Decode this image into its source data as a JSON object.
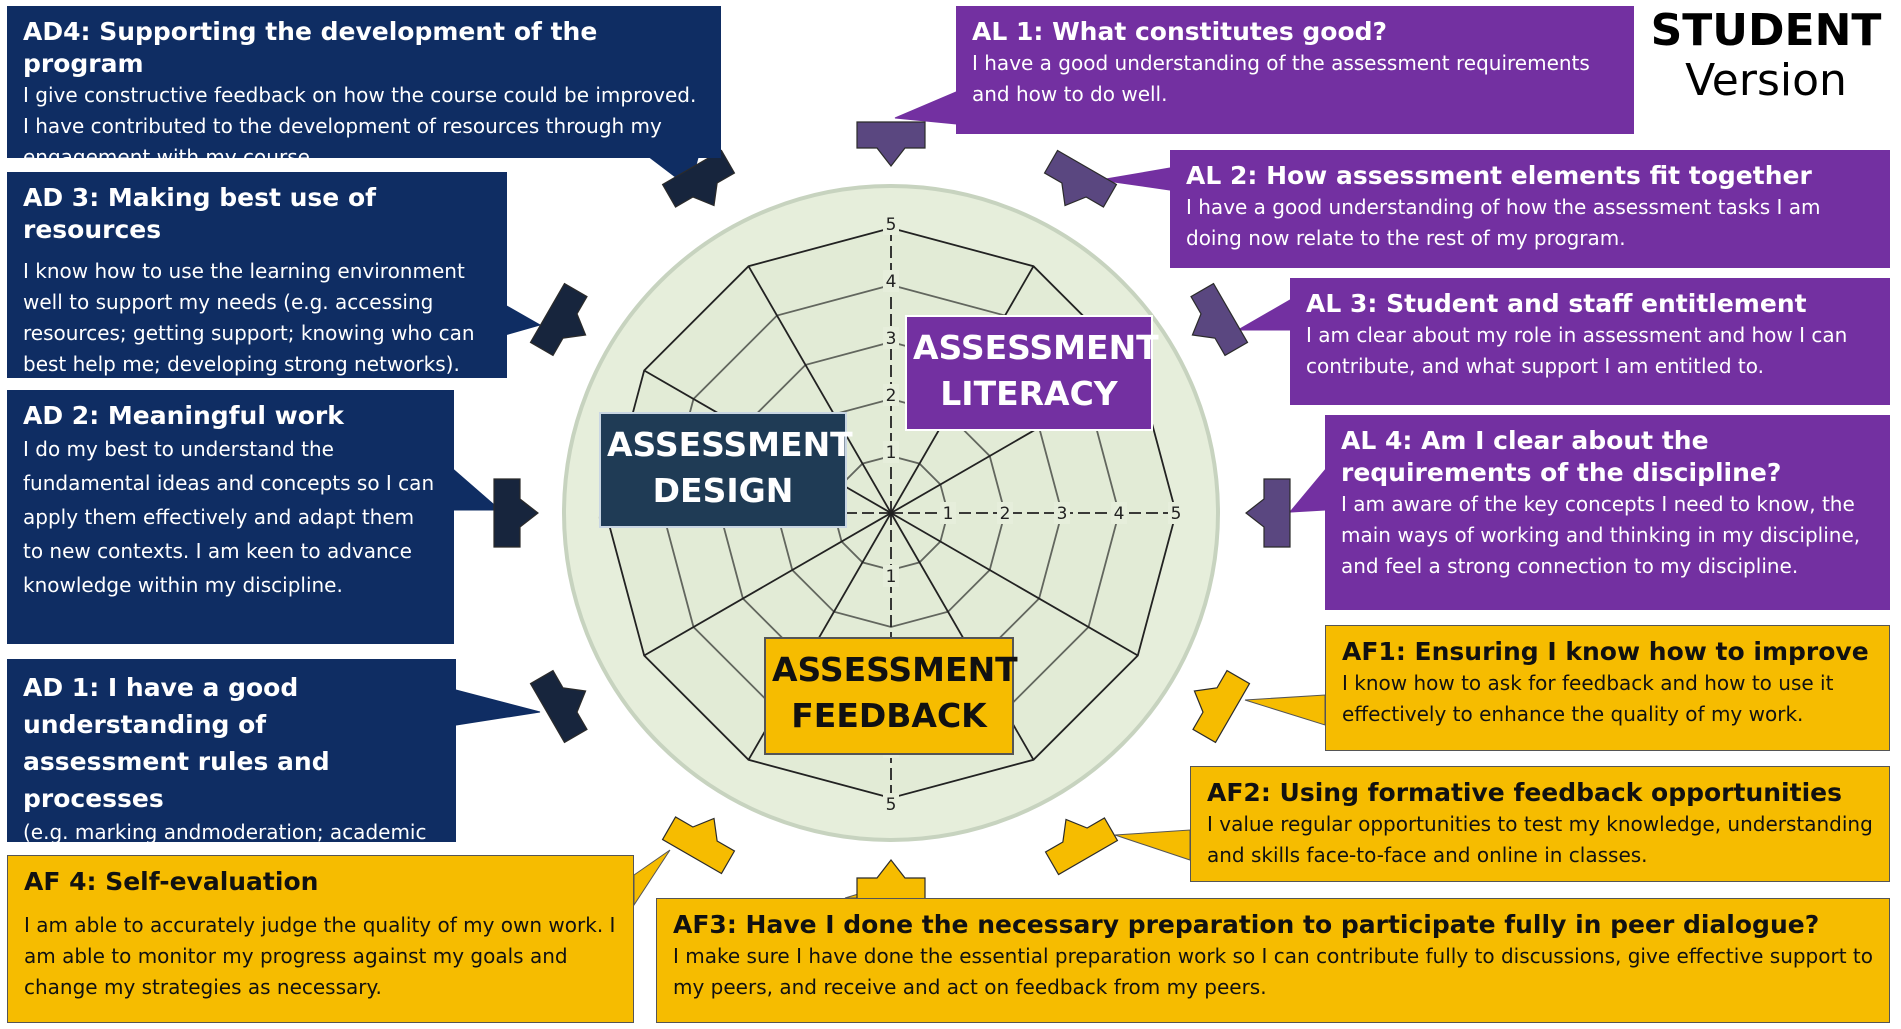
{
  "version": {
    "line1": "STUDENT",
    "line2": "Version"
  },
  "domains": {
    "design": {
      "line1": "ASSESSMENT",
      "line2": "DESIGN",
      "color": "#1f3b55"
    },
    "literacy": {
      "line1": "ASSESSMENT",
      "line2": "LITERACY",
      "color": "#7330a1"
    },
    "feedback": {
      "line1": "ASSESSMENT",
      "line2": "FEEDBACK",
      "color": "#f6bc00"
    }
  },
  "colors": {
    "navy": "#0f2d63",
    "purple": "#7330a1",
    "gold": "#f6bc00",
    "web_fill": "#e6eedb"
  },
  "scale_labels": [
    "1",
    "2",
    "3",
    "4",
    "5"
  ],
  "cards": {
    "ad4": {
      "title": "AD4: Supporting the development of the program",
      "body": "I give constructive feedback on how the course could be improved. I have contributed to the development of resources through my engagement with my course."
    },
    "ad3": {
      "title": "AD 3: Making best use of resources",
      "body": "I know how to use the learning environment well to support my needs (e.g. accessing resources; getting support; knowing who can best help me; developing strong networks)."
    },
    "ad2": {
      "title": "AD 2: Meaningful work",
      "body": "I do my best to understand the fundamental ideas and concepts so I can apply them effectively and adapt them to new contexts. I am keen to advance knowledge within my discipline."
    },
    "ad1": {
      "title": "AD 1: I have a good understanding of assessment rules and processes",
      "body": "(e.g. marking andmoderation; academic integrity)"
    },
    "al1": {
      "title": "AL 1: What constitutes good?",
      "body": "I have a good understanding of the assessment requirements and how to do well."
    },
    "al2": {
      "title": "AL 2: How assessment elements fit together",
      "body": "I have a good understanding of how the assessment tasks I am doing now relate to the rest of my program."
    },
    "al3": {
      "title": "AL 3: Student and staff entitlement",
      "body": "I am clear about my role in assessment and how I can contribute, and what support I am entitled to."
    },
    "al4": {
      "title": "AL 4: Am I clear about the requirements of the discipline?",
      "body": "I am aware of the key concepts I need to know, the main ways of working and thinking in my discipline, and feel a strong connection to my discipline."
    },
    "af1": {
      "title": "AF1: Ensuring I know how to improve",
      "body": "I know how to ask for feedback and how to use it effectively to enhance the quality of my work."
    },
    "af2": {
      "title": "AF2: Using formative feedback opportunities",
      "body": "I value regular opportunities to test my knowledge, understanding and skills face-to-face and online in classes."
    },
    "af3": {
      "title": "AF3: Have I done the necessary preparation to participate fully in peer dialogue?",
      "body": "I make sure I have done the essential preparation work so I can contribute fully to discussions, give effective support to my peers, and receive and act on feedback from my peers."
    },
    "af4": {
      "title": "AF 4: Self-evaluation",
      "body": "I am able to accurately judge the quality of my own work. I am able to monitor my progress against my goals and change my strategies as necessary."
    }
  }
}
